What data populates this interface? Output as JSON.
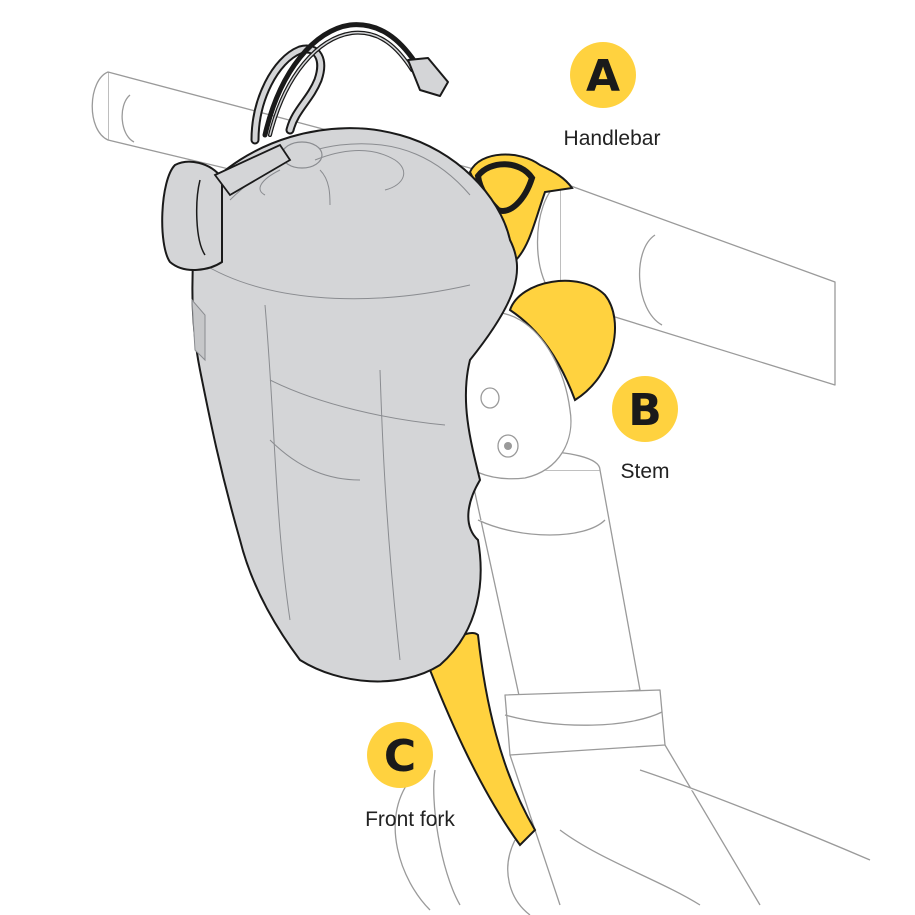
{
  "labels": {
    "a": {
      "letter": "A",
      "caption": "Handlebar"
    },
    "b": {
      "letter": "B",
      "caption": "Stem"
    },
    "c": {
      "letter": "C",
      "caption": "Front fork"
    }
  },
  "colors": {
    "accent": "#FFD23F",
    "bag": "#D4D5D7",
    "bag_outline": "#1a1a1a",
    "line": "#9a9a9a",
    "background": "#FFFFFF"
  },
  "icons": [
    "stem-bag-illustration",
    "handlebar-illustration",
    "stem-illustration",
    "front-fork-illustration"
  ]
}
